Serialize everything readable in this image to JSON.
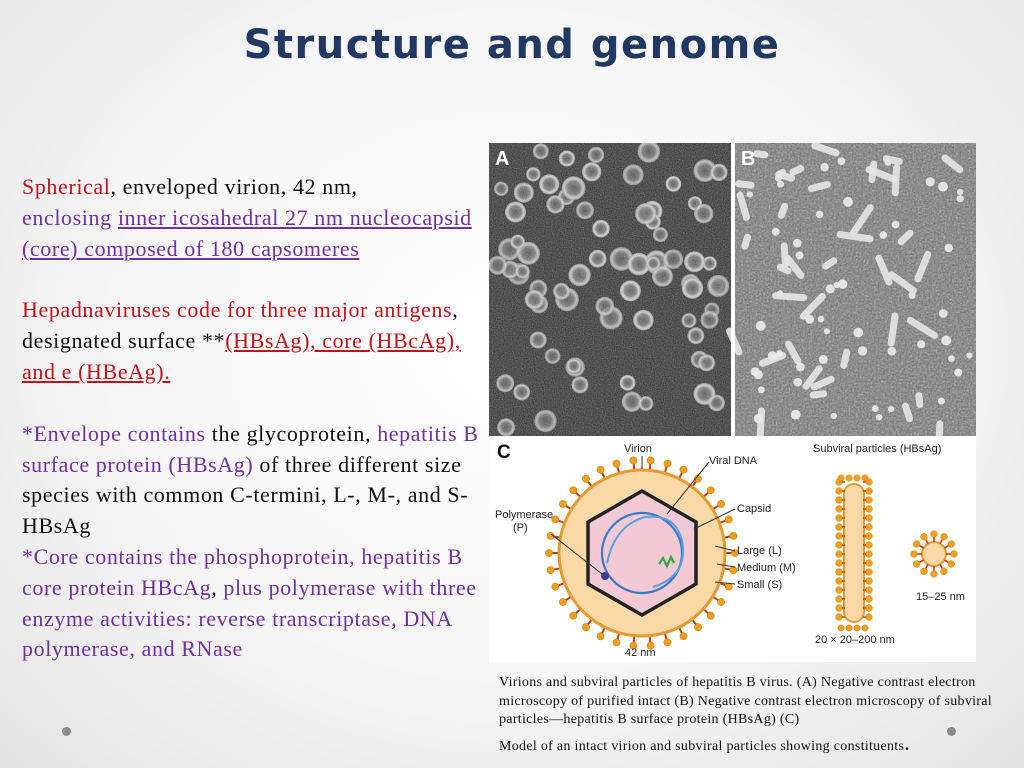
{
  "slide": {
    "title": "Structure and genome"
  },
  "text_block": {
    "p1": {
      "a": "Spherical",
      "b": ", enveloped virion, 42 nm,",
      "c": "enclosing",
      "d": "inner icosahedral 27 nm nucleocapsid (core) composed of 180 capsomeres"
    },
    "p2": {
      "a": "Hepadnaviruses code for three major antigens",
      "b": ", designated surface **",
      "c": "(HBsAg), core (HBcAg), and e  (HBeAg)."
    },
    "p3": {
      "a": "*Envelope contains",
      "b": " the glycoprotein, ",
      "c": "hepatitis B surface protein (HBsAg)",
      "d": " of three different size species with common C-termini, L-, M-, and S-HBsAg"
    },
    "p4": {
      "a": "*Core contains the phosphoprotein, hepatitis B core protein HBcAg",
      "b": ", ",
      "c": "plus polymerase with three enzyme activities: reverse transcriptase, DNA polymerase, and RNase"
    }
  },
  "figure": {
    "panel_a_label": "A",
    "panel_b_label": "B",
    "panel_c_label": "C",
    "labels": {
      "virion": "Virion",
      "viral_dna": "Viral DNA",
      "subviral": "Subviral particles (HBsAg)",
      "polymerase": "Polymerase",
      "polymerase_p": "(P)",
      "capsid": "Capsid",
      "large": "Large (L)",
      "medium": "Medium (M)",
      "small": "Small (S)",
      "size_virion": "42 nm",
      "size_filament": "20 × 20–200 nm",
      "size_sphere": "15–25 nm"
    },
    "colors": {
      "envelope_orange": "#f0a020",
      "capsid_pink": "#f3c9d3",
      "dna_blue": "#3a78c8",
      "dna_green": "#2aa84a",
      "protein_red": "#c23a1c"
    }
  },
  "caption": {
    "line": "Virions and subviral particles of hepatitis B virus. (A) Negative contrast electron microscopy of purified intact (B) Negative contrast electron microscopy of subviral particles—hepatitis B surface protein (HBsAg) (C)",
    "line2": "Model of an intact virion and subviral particles showing constituents",
    "end": "."
  }
}
